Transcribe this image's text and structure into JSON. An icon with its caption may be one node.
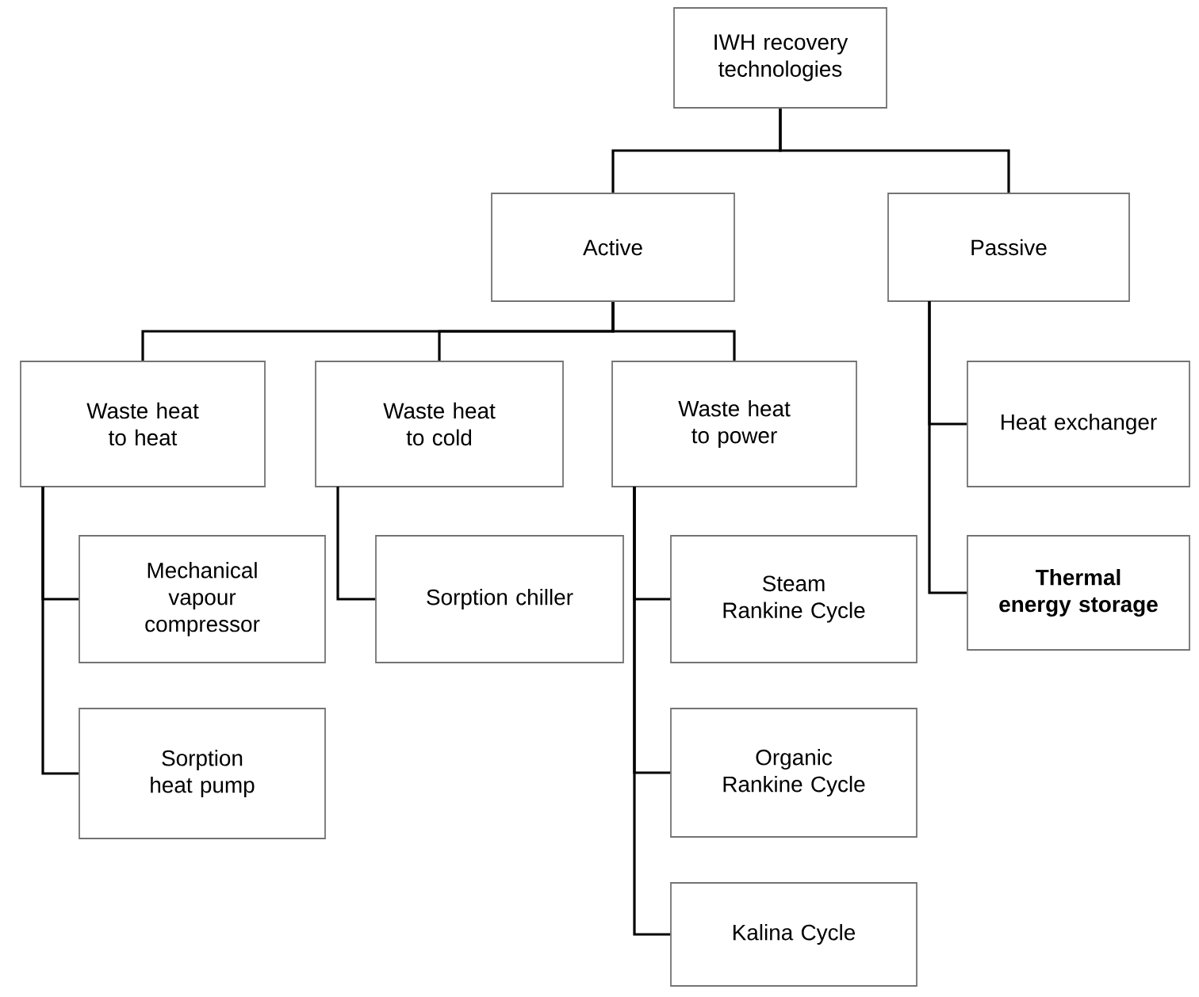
{
  "diagram": {
    "nodes": [
      {
        "text": [
          "IWH recovery technologies"
        ]
      },
      {
        "text": [
          "Active"
        ]
      },
      {
        "text": [
          "Passive"
        ]
      },
      {
        "text": [
          "Waste heat to heat"
        ]
      },
      {
        "text": [
          "Waste heat to cold"
        ]
      },
      {
        "text": [
          "Waste heat to power"
        ]
      },
      {
        "text": [
          "Heat exchanger"
        ]
      },
      {
        "text": [
          "Thermal energy storage"
        ]
      },
      {
        "text": [
          "Mechanical vapour compressor"
        ]
      },
      {
        "text": [
          "Sorption heat pump"
        ]
      },
      {
        "text": [
          "Sorption chiller"
        ]
      },
      {
        "text": [
          "Steam Rankine Cycle"
        ]
      },
      {
        "text": [
          "Organic Rankine Cycle"
        ]
      },
      {
        "text": [
          "Kalina Cycle"
        ]
      }
    ],
    "edges": [
      {
        "from": 0,
        "to": 1,
        "arrow": "none"
      },
      {
        "from": 0,
        "to": 2,
        "arrow": "none"
      },
      {
        "from": 1,
        "to": 3,
        "arrow": "none"
      },
      {
        "from": 1,
        "to": 4,
        "arrow": "none"
      },
      {
        "from": 1,
        "to": 5,
        "arrow": "none"
      },
      {
        "from": 3,
        "to": 8,
        "arrow": "none"
      },
      {
        "from": 3,
        "to": 9,
        "arrow": "none"
      },
      {
        "from": 4,
        "to": 10,
        "arrow": "none"
      },
      {
        "from": 5,
        "to": 11,
        "arrow": "none"
      },
      {
        "from": 5,
        "to": 12,
        "arrow": "none"
      },
      {
        "from": 5,
        "to": 13,
        "arrow": "none"
      },
      {
        "from": 2,
        "to": 6,
        "arrow": "none"
      },
      {
        "from": 2,
        "to": 7,
        "arrow": "none"
      }
    ]
  }
}
